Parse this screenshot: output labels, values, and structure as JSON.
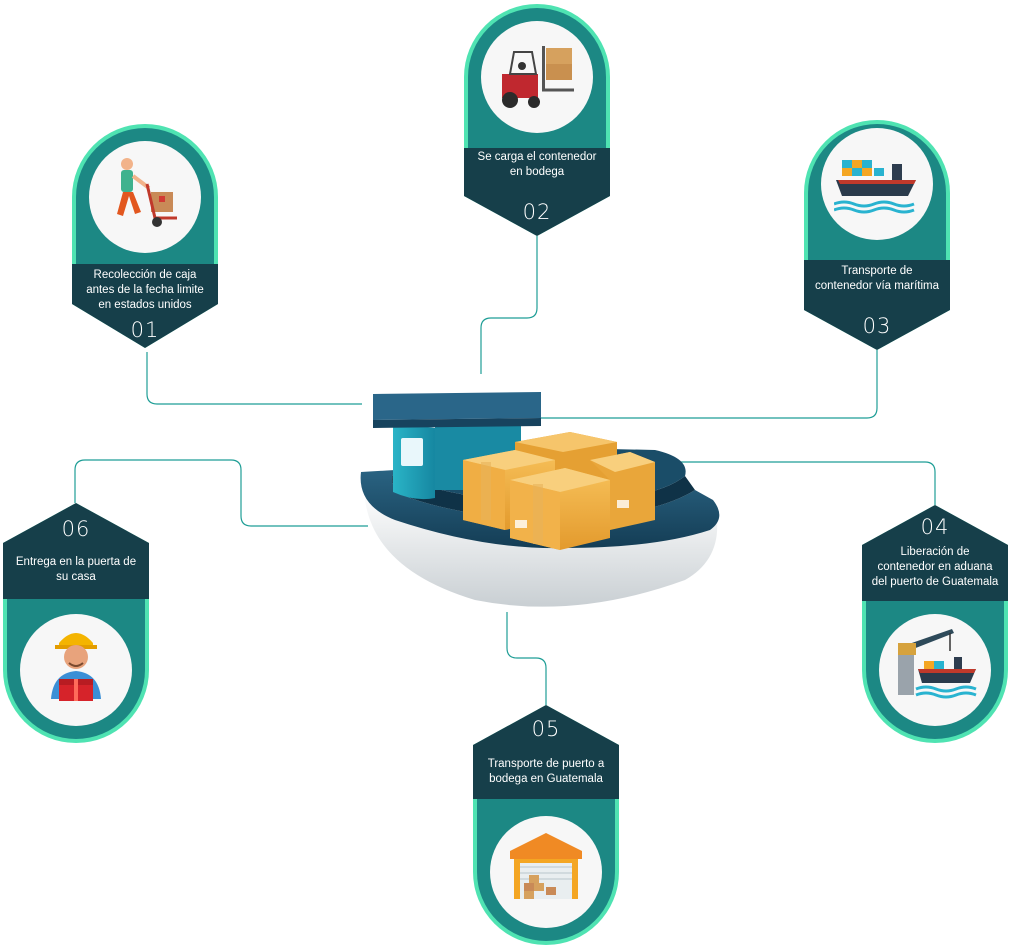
{
  "steps": [
    {
      "number": "01",
      "label_lines": [
        "Recolección de caja",
        "antes de la fecha limite",
        "en estados unidos"
      ],
      "icon": "worker-hand-truck-icon"
    },
    {
      "number": "02",
      "label_lines": [
        "Se carga el contenedor",
        "en bodega"
      ],
      "icon": "forklift-icon"
    },
    {
      "number": "03",
      "label_lines": [
        "Transporte de",
        "contenedor vía marítima"
      ],
      "icon": "cargo-ship-icon"
    },
    {
      "number": "04",
      "label_lines": [
        "Liberación de",
        "contenedor en aduana",
        "del puerto de Guatemala"
      ],
      "icon": "port-crane-ship-icon"
    },
    {
      "number": "05",
      "label_lines": [
        "Transporte de puerto a",
        "bodega en Guatemala"
      ],
      "icon": "warehouse-icon"
    },
    {
      "number": "06",
      "label_lines": [
        "Entrega en la puerta de",
        "su casa"
      ],
      "icon": "delivery-man-icon"
    }
  ],
  "colors": {
    "teal_dark": "#163f4a",
    "teal_mid": "#1d7a78",
    "mint": "#4fe3b2",
    "connector": "#1f9e96",
    "box_orange": "#f3b548"
  }
}
